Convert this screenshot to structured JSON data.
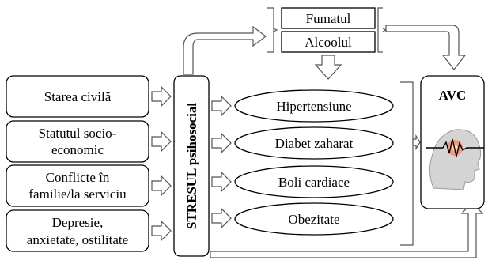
{
  "factors": [
    {
      "line1": "Starea civilă",
      "line2": ""
    },
    {
      "line1": "Statutul socio-",
      "line2": "economic"
    },
    {
      "line1": "Conflicte în",
      "line2": "familie/la serviciu"
    },
    {
      "line1": "Depresie,",
      "line2": "anxietate, ostilitate"
    }
  ],
  "stress_label": "STRESUL psihosocial",
  "behaviors": [
    "Fumatul",
    "Alcoolul"
  ],
  "conditions": [
    "Hipertensiune",
    "Diabet zaharat",
    "Boli cardiace",
    "Obezitate"
  ],
  "outcome": {
    "label": "AVC",
    "icon": "brain-head-icon"
  },
  "colors": {
    "stroke": "#000000",
    "arrow_outline": "#555555",
    "brain": "#c9c9c9",
    "pulse": "#000000",
    "glow": "#ff6a3d"
  }
}
